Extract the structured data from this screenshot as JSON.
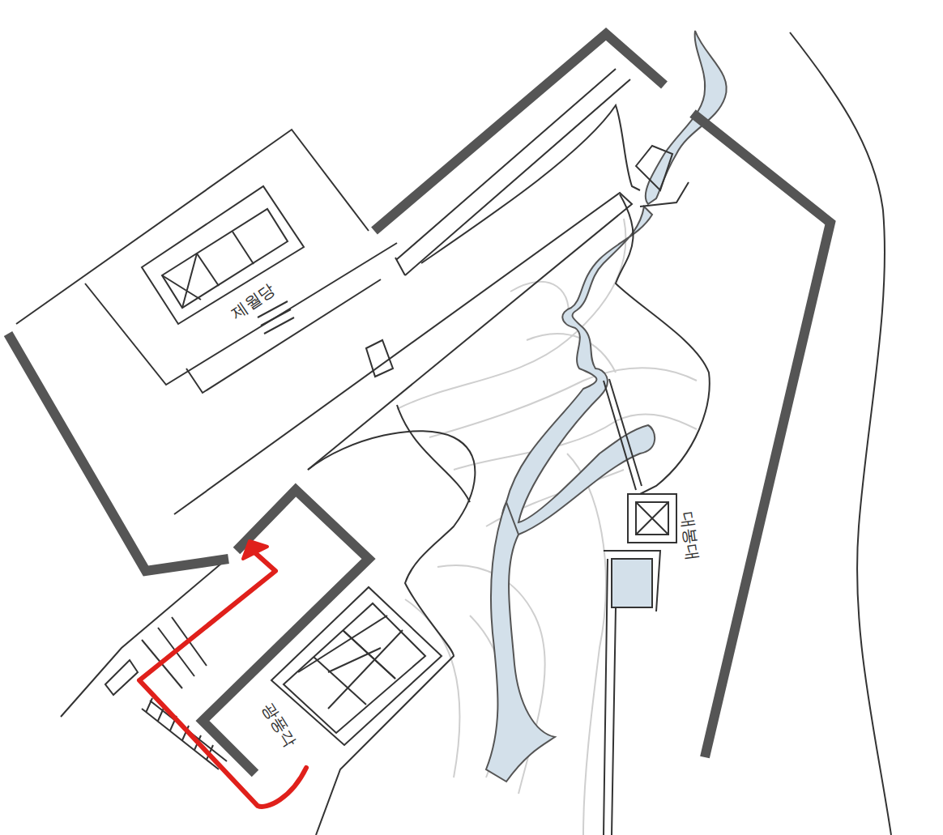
{
  "diagram": {
    "labels": [
      "제월당",
      "광풍각",
      "대봉대"
    ]
  }
}
